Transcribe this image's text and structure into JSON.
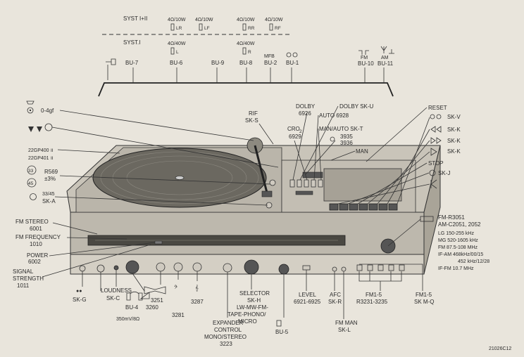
{
  "figure_id": "21026C12",
  "speaker_system": {
    "syst_12": "SYST I+II",
    "syst_1": "SYST.I",
    "lr": "4Ω/10W",
    "lr_tag": "LR",
    "lf": "4Ω/10W",
    "lf_tag": "LF",
    "rr": "4Ω/10W",
    "rr_tag": "RR",
    "rf": "4Ω/10W",
    "rf_tag": "RF",
    "l": "4Ω/40W",
    "l_tag": "L",
    "r": "4Ω/40W",
    "r_tag": "R"
  },
  "rear_sockets": {
    "bu7": "BU-7",
    "bu6": "BU-6",
    "bu9": "BU-9",
    "bu8": "BU-8",
    "mfb": "MFB",
    "bu2": "BU-2",
    "bu1": "BU-1",
    "fm": "FM",
    "bu10": "BU-10",
    "am": "AM",
    "bu11": "BU-11"
  },
  "turntable": {
    "force": "0-4gf",
    "model1": "22GP400",
    "model1_suffix": "II",
    "model2": "22GP401",
    "model2_suffix": "II",
    "speed33": "33",
    "speed45": "45",
    "pitch": "R569",
    "pitch_tol": "±3%",
    "switch_speed": "33/45",
    "switch_ref": "SK-A"
  },
  "deck_controls": {
    "rif": "RIF",
    "rif_ref": "SK-S",
    "dolby": "DOLBY",
    "dolby_code": "6926",
    "dolby_sk": "DOLBY SK-U",
    "cro2": "CRO",
    "cro2_sub": "2",
    "cro2_code": "6929",
    "auto": "AUTO 6928",
    "man_auto": "MAN/AUTO SK-T",
    "code3935": "3935",
    "code3936": "3936",
    "man": "MAN",
    "reset": "RESET",
    "skv": "SK-V",
    "skk1": "SK-K",
    "skk2": "SK-K",
    "skk3": "SK-K",
    "stop": "STOP",
    "skj": "SK-J"
  },
  "tuner_info": {
    "fm_r": "FM-R3051",
    "am_c": "AM-C2051, 2052",
    "lg": "LG 150-255 kHz",
    "mg": "MG 520-1605 kHz",
    "fm_band": "FM 87.5-108 MHz",
    "if_am": "IF-AM 468kHz/00/15",
    "if_am2": "452 kHz/12/28",
    "if_fm": "IF-FM 10.7 MHz"
  },
  "front_panel": {
    "fm_stereo": "FM STEREO",
    "fm_stereo_code": "6001",
    "fm_frequency": "FM FREQUENCY",
    "fm_frequency_code": "1010",
    "power": "POWER",
    "power_code": "6002",
    "signal": "SIGNAL",
    "strength": "STRENGTH",
    "strength_code": "1011",
    "skg": "SK-G",
    "loudness": "LOUDNESS",
    "loudness_ref": "SK-C",
    "code3251": "3251",
    "code3287": "3287",
    "bu4": "BU-4",
    "bu4_spec": "350mV/8Ω",
    "code3260": "3260",
    "code3281": "3281",
    "expander1": "EXPANDER",
    "expander2": "CONTROL",
    "expander3": "MONO/STEREO",
    "expander4": "3223",
    "selector": "SELECTOR",
    "selector_ref": "SK-H",
    "selector_modes": "LW-MW-FM-",
    "selector_modes2": "TAPE-PHONO/",
    "micro": "MICRO",
    "bu5": "BU-5",
    "level": "LEVEL",
    "level_code": "6921-6925",
    "afc": "AFC",
    "afc_ref": "SK-R",
    "fm_man": "FM MAN",
    "fm_man_ref": "SK-L",
    "fm15": "FM1-5",
    "fm15_code": "R3231-3235",
    "fm15b": "FM1-5",
    "fm15b_ref": "SK M-Q"
  }
}
